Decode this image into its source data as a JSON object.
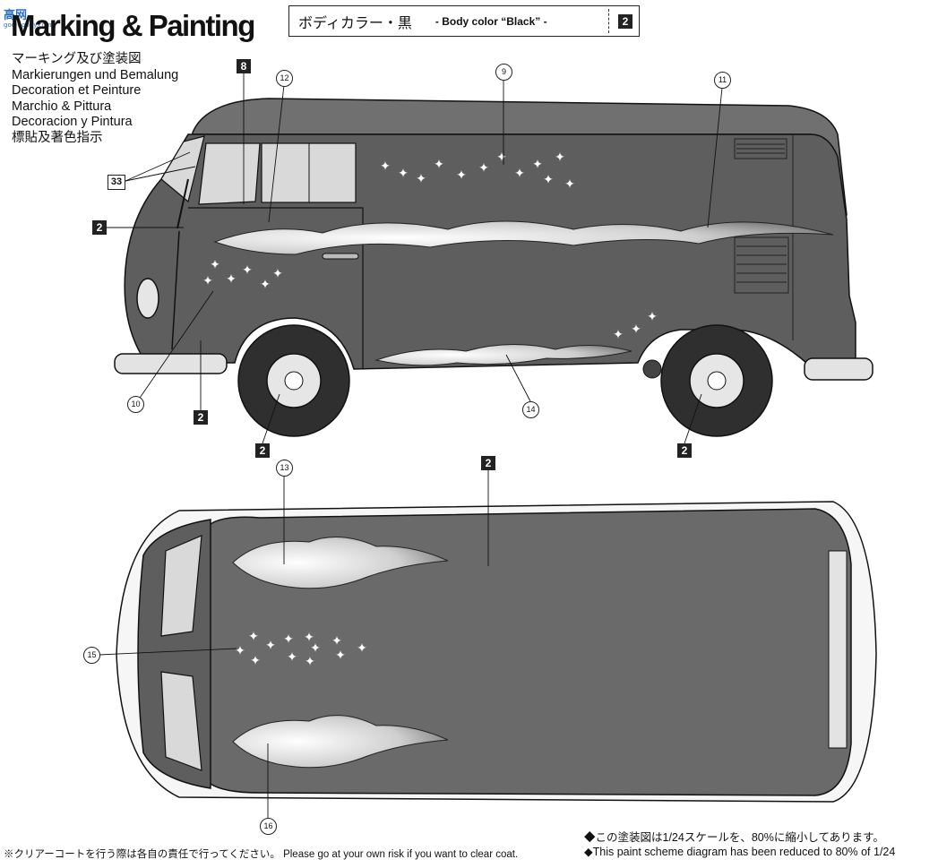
{
  "header": {
    "title": "Marking & Painting",
    "watermark_top": "高网",
    "watermark_sub": "goo-hobby.com",
    "languages": [
      "マーキング及び塗装図",
      "Markierungen und Bemalung",
      "Decoration et Peinture",
      "Marchio & Pittura",
      "Decoracion y Pintura",
      "標貼及著色指示"
    ]
  },
  "color_callout": {
    "jp": "ボディカラー・黒",
    "en": "- Body color “Black” -",
    "number": "2"
  },
  "side_view": {
    "color_refs": [
      {
        "id": "ref-8",
        "label": "8"
      },
      {
        "id": "ref-33",
        "label": "33"
      },
      {
        "id": "ref-2-door",
        "label": "2"
      },
      {
        "id": "ref-2-bumper",
        "label": "2"
      },
      {
        "id": "ref-2-front-wheel",
        "label": "2"
      },
      {
        "id": "ref-2-rear-wheel",
        "label": "2"
      }
    ],
    "decal_refs": [
      {
        "id": "decal-12",
        "label": "12"
      },
      {
        "id": "decal-9",
        "label": "9"
      },
      {
        "id": "decal-11",
        "label": "11"
      },
      {
        "id": "decal-10",
        "label": "10"
      },
      {
        "id": "decal-14",
        "label": "14"
      }
    ]
  },
  "top_view": {
    "color_refs": [
      {
        "id": "ref-2-roof",
        "label": "2"
      }
    ],
    "decal_refs": [
      {
        "id": "decal-13",
        "label": "13"
      },
      {
        "id": "decal-15",
        "label": "15"
      },
      {
        "id": "decal-16",
        "label": "16"
      }
    ]
  },
  "notes": {
    "scale_jp": "◆この塗装図は1/24スケールを、80%に縮小してあります。",
    "scale_en": "◆This paint scheme diagram has been reduced to 80% of 1/24",
    "clearcoat": "※クリアーコートを行う際は各自の責任で行ってください。 Please go at your own risk if you want to clear coat."
  },
  "colors": {
    "body": "#5e5e5e",
    "roof": "#6a6a6a",
    "ink": "#111111",
    "flame_light": "#f2f2f2"
  }
}
